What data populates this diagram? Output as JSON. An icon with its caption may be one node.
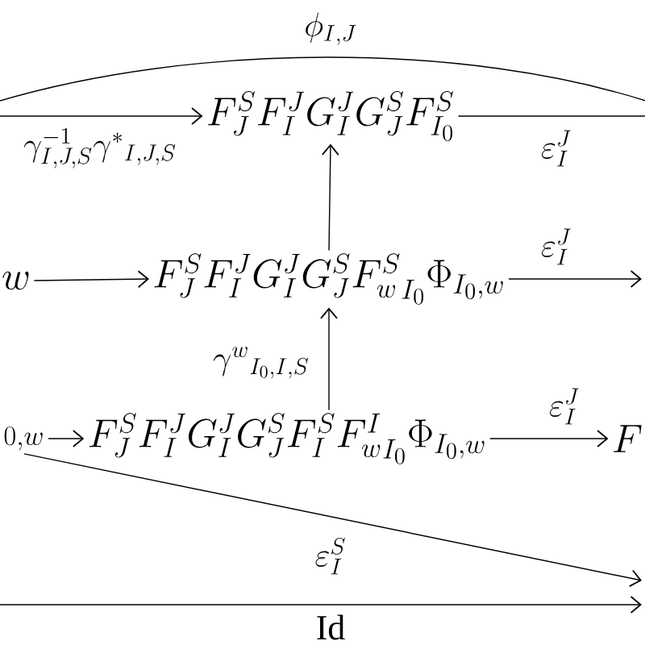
{
  "diagram": {
    "nodes": [
      {
        "text": [
          "F^S_J F^J_I G^J_I G^S_J F^S_{I_0}"
        ]
      },
      {
        "text": [
          "F^S_J F^J_I G^J_I G^S_J {F^S_w}_{I_0} \\Phi_{I_0,w}"
        ]
      },
      {
        "text": [
          "F^S_J F^J_I G^J_I G^S_J F^S_I {F^I_w}_{I_0} \\Phi_{I_0,w}"
        ]
      },
      {
        "text": [
          "w"
        ]
      },
      {
        "text": [
          "{}_{0,w}"
        ]
      },
      {
        "text": [
          "F"
        ]
      }
    ],
    "edges": [
      {
        "from": null,
        "to": 0,
        "arrow": "to",
        "label": "\\gamma^{-1}_{I,J,S}\\gamma^*{}_{I,J,S}"
      },
      {
        "from": 0,
        "to": null,
        "arrow": "none",
        "label": "\\varepsilon^J_I"
      },
      {
        "from": 1,
        "to": 0,
        "arrow": "to"
      },
      {
        "from": 3,
        "to": 1,
        "arrow": "to"
      },
      {
        "from": 1,
        "to": null,
        "arrow": "to",
        "label": "\\varepsilon^J_I"
      },
      {
        "from": 2,
        "to": 1,
        "arrow": "to",
        "label": "\\gamma^w{}_{I_0,I,S}"
      },
      {
        "from": 4,
        "to": 2,
        "arrow": "to"
      },
      {
        "from": 2,
        "to": 5,
        "arrow": "to",
        "label": "\\varepsilon^J_I"
      },
      {
        "from": 4,
        "to": null,
        "arrow": "to",
        "label": "\\varepsilon^S_I"
      }
    ],
    "labels": [
      "\\phi_{I,J}",
      "\\mathrm{Id}"
    ]
  }
}
